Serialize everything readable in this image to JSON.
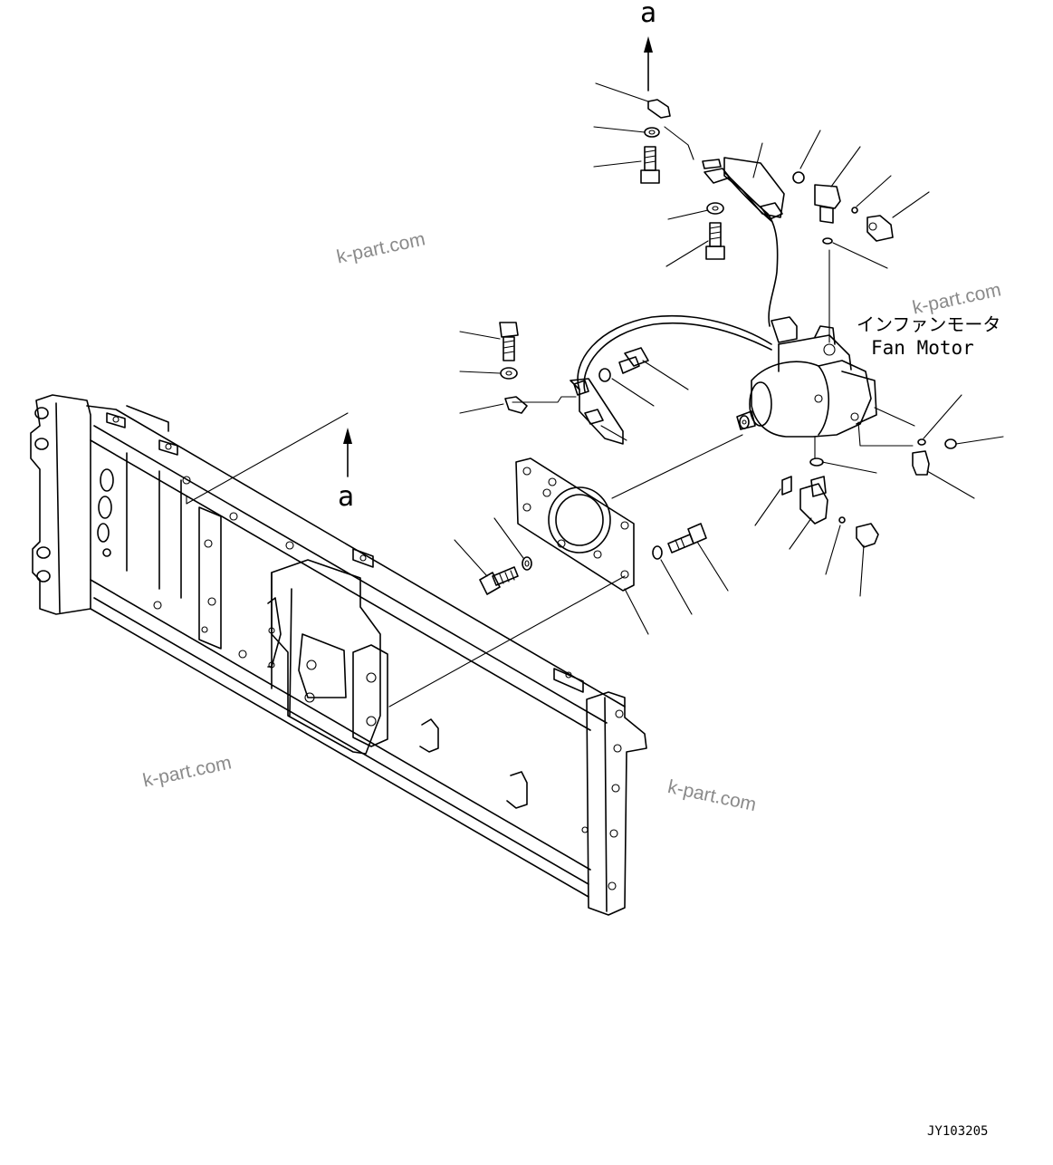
{
  "diagram": {
    "ref_top": "a",
    "ref_frame": "a",
    "part_label_jp": "インファンモータ",
    "part_label_en": "Fan Motor",
    "drawing_code": "JY103205",
    "watermarks": [
      "k-part.com",
      "k-part.com",
      "k-part.com",
      "k-part.com"
    ]
  }
}
